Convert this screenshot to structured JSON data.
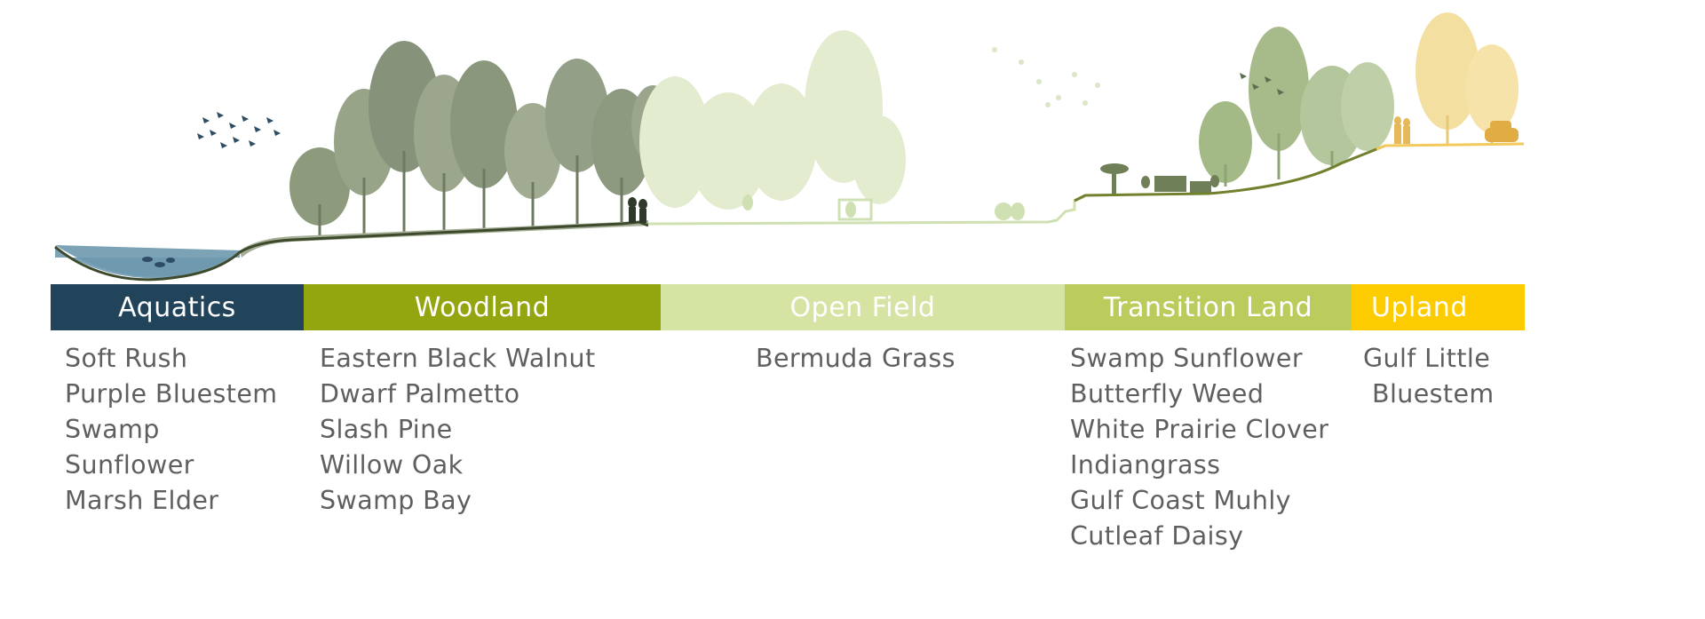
{
  "zones": [
    {
      "name": "Aquatics",
      "color": "#22445a",
      "plants": [
        "Soft Rush",
        "Purple Bluestem",
        "Swamp",
        "Sunflower",
        "Marsh Elder"
      ]
    },
    {
      "name": "Woodland",
      "color": "#93a60f",
      "plants": [
        "Eastern Black Walnut",
        "Dwarf Palmetto",
        "Slash Pine",
        "Willow Oak",
        "Swamp Bay"
      ]
    },
    {
      "name": "Open Field",
      "color": "#d5e4a3",
      "plants": [
        "Bermuda Grass"
      ]
    },
    {
      "name": "Transition Land",
      "color": "#bbcc5c",
      "plants": [
        "Swamp Sunflower",
        "Butterfly Weed",
        "White Prairie Clover",
        "Indiangrass",
        "Gulf Coast Muhly",
        "Cutleaf Daisy"
      ]
    },
    {
      "name": "Upland",
      "color": "#fdcc00",
      "plants": [
        "Gulf Little",
        "Bluestem"
      ]
    }
  ]
}
